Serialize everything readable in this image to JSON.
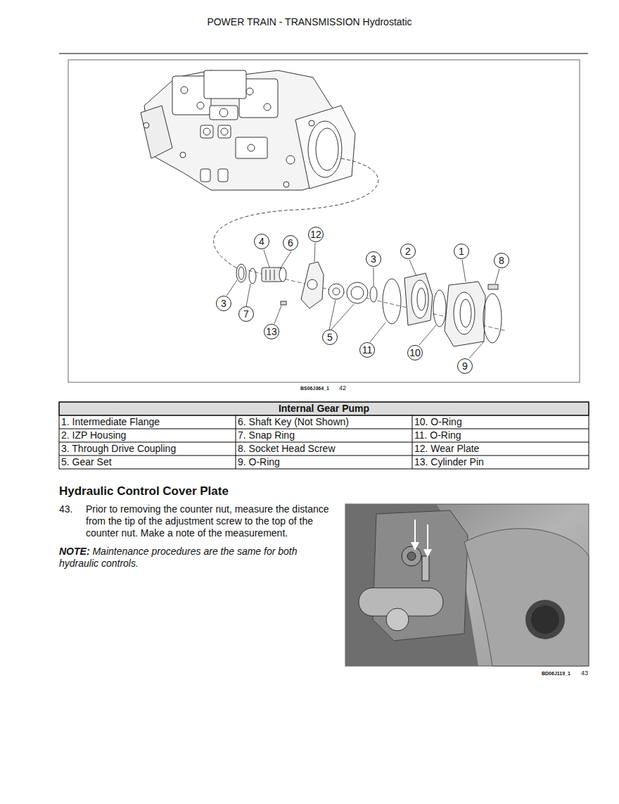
{
  "diagram": {
    "title": "POWER TRAIN - TRANSMISSION Hydrostatic",
    "nodes": [
      {
        "text": [
          "4"
        ]
      },
      {
        "text": [
          "6"
        ]
      },
      {
        "text": [
          "12"
        ]
      },
      {
        "text": [
          "3"
        ]
      },
      {
        "text": [
          "2"
        ]
      },
      {
        "text": [
          "1"
        ]
      },
      {
        "text": [
          "8"
        ]
      },
      {
        "text": [
          "3"
        ]
      },
      {
        "text": [
          "7"
        ]
      },
      {
        "text": [
          "13"
        ]
      },
      {
        "text": [
          "5"
        ]
      },
      {
        "text": [
          "11"
        ]
      },
      {
        "text": [
          "10"
        ]
      },
      {
        "text": [
          "9"
        ]
      }
    ],
    "labels": [
      "BS06J364_1",
      "42",
      "Internal Gear Pump",
      "1. Intermediate Flange",
      "6. Shaft Key (Not Shown)",
      "10. O-Ring",
      "2. IZP Housing",
      "7. Snap Ring",
      "11. O-Ring",
      "3. Through Drive Coupling",
      "8. Socket Head Screw",
      "12. Wear Plate",
      "5. Gear Set",
      "9. O-Ring",
      "13. Cylinder Pin",
      "Hydraulic Control Cover Plate",
      "43.",
      "Prior to removing the counter nut, measure the distance from the tip of the adjustment screw to the top of the counter nut. Make a note of the measurement.",
      "NOTE:",
      "Maintenance procedures are the same for both hydraulic controls.",
      "BD06J119_1",
      "43"
    ]
  }
}
